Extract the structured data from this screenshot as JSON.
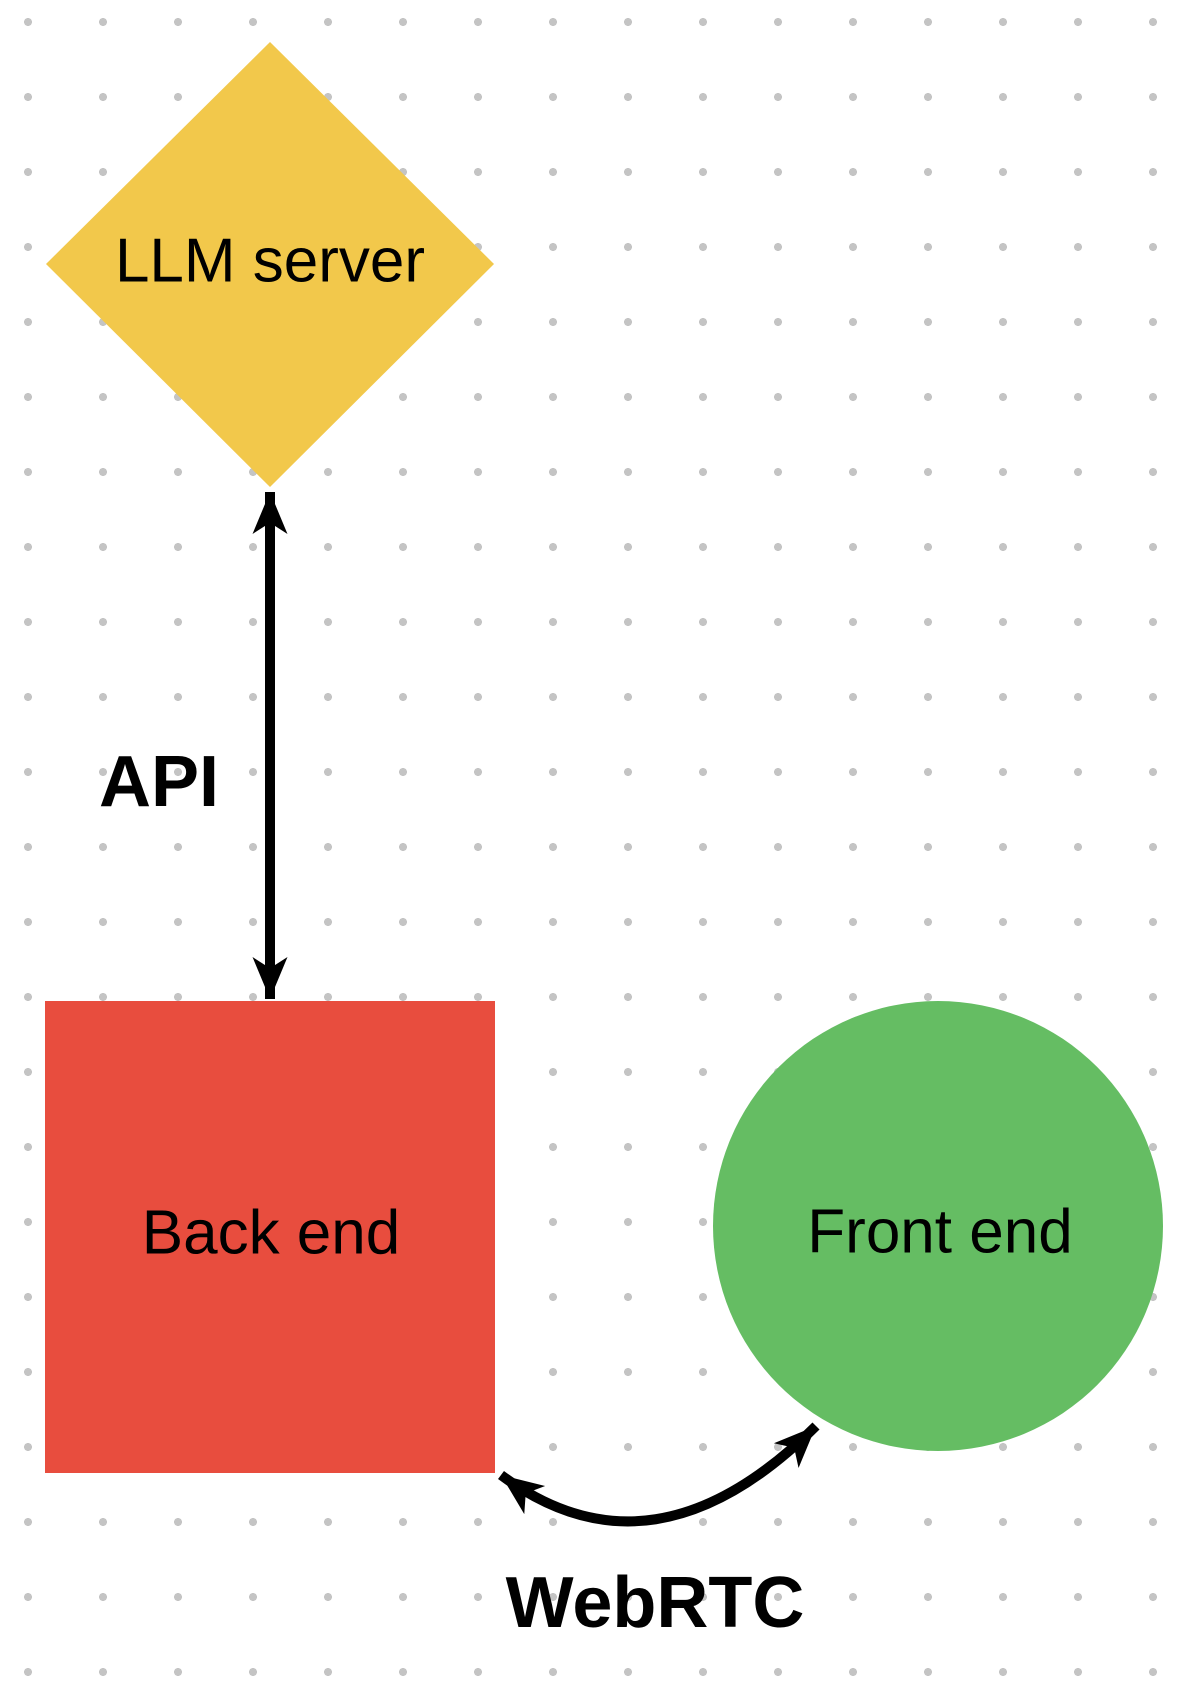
{
  "diagram": {
    "nodes": [
      {
        "id": "llm-server",
        "label": "LLM server",
        "shape": "diamond",
        "color": "#F2C84B"
      },
      {
        "id": "back-end",
        "label": "Back end",
        "shape": "square",
        "color": "#E84D3E"
      },
      {
        "id": "front-end",
        "label": "Front end",
        "shape": "circle",
        "color": "#65BD63"
      }
    ],
    "edges": [
      {
        "id": "api",
        "label": "API",
        "from": "llm-server",
        "to": "back-end",
        "type": "straight-double-arrow"
      },
      {
        "id": "webrtc",
        "label": "WebRTC",
        "from": "back-end",
        "to": "front-end",
        "type": "curved-double-arrow"
      }
    ],
    "colors": {
      "arrow": "#000000",
      "text": "#000000",
      "dot_grid": "#C4C4C4",
      "background": "#FFFFFF"
    }
  }
}
